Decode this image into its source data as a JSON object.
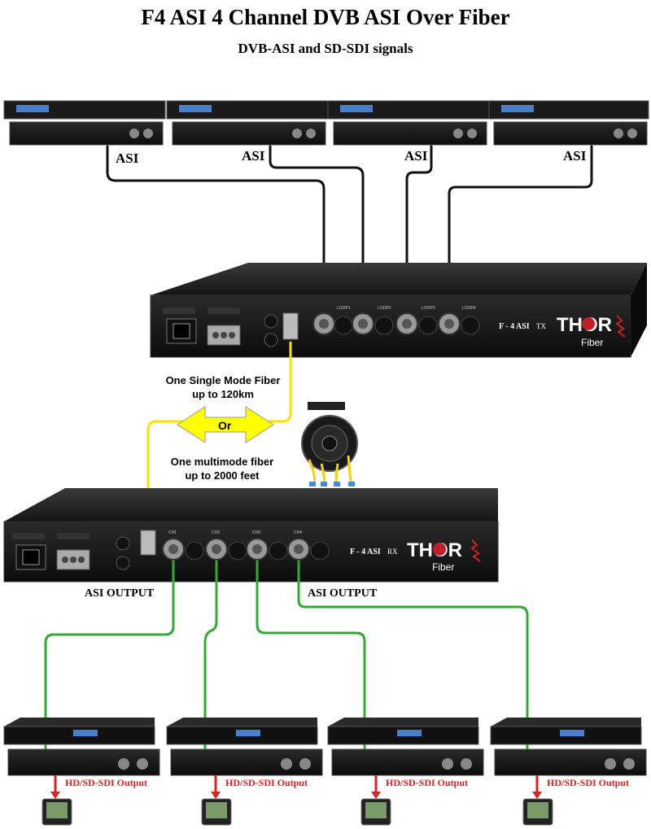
{
  "title": "F4 ASI 4 Channel DVB ASI Over Fiber",
  "subtitle": "DVB-ASI and SD-SDI signals",
  "inputs": [
    {
      "label": "ASI"
    },
    {
      "label": "ASI"
    },
    {
      "label": "ASI"
    },
    {
      "label": "ASI"
    }
  ],
  "tx_unit": {
    "model": "F - 4 ASI",
    "suffix": "TX",
    "brand": "THOR",
    "brand_sub": "Fiber",
    "port_labels": [
      "LOOP1",
      "LOOP2",
      "LOOP3",
      "LOOP4"
    ]
  },
  "link": {
    "single_mode_line1": "One Single Mode Fiber",
    "single_mode_line2": "up to 120km",
    "or": "Or",
    "multimode_line1": "One multimode fiber",
    "multimode_line2": "up to 2000 feet"
  },
  "rx_unit": {
    "model": "F - 4 ASI",
    "suffix": "RX",
    "brand": "THOR",
    "brand_sub": "Fiber",
    "port_labels": [
      "CH1",
      "CH2",
      "CH3",
      "CH4"
    ]
  },
  "outputs": {
    "asi_output_left": "ASI OUTPUT",
    "asi_output_right": "ASI OUTPUT"
  },
  "receivers": [
    {
      "output_label": "HD/SD-SDI Output"
    },
    {
      "output_label": "HD/SD-SDI Output"
    },
    {
      "output_label": "HD/SD-SDI Output"
    },
    {
      "output_label": "HD/SD-SDI Output"
    }
  ],
  "colors": {
    "asi_cable": "#111111",
    "fiber_cable": "#ffe000",
    "output_cable": "#33aa33",
    "sdi_arrow": "#e02020",
    "sdi_text": "#e02020",
    "arrow_fill": "#ffff00"
  }
}
